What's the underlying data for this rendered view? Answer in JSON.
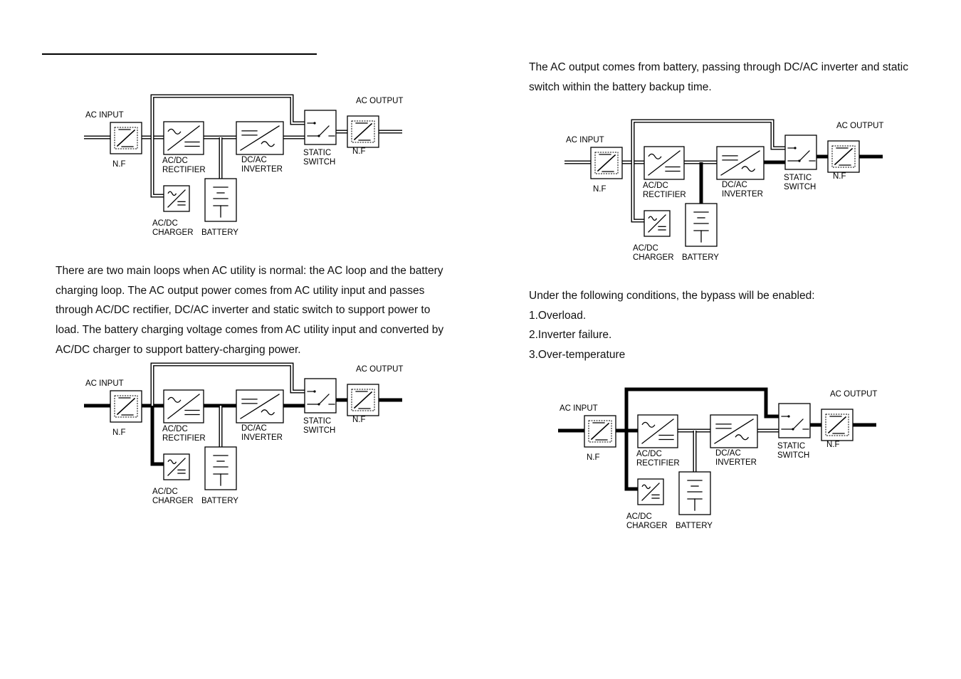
{
  "text": {
    "para_normal": "There are two main loops when AC utility is normal: the AC loop and the battery charging loop. The AC output power comes from AC utility input and passes through AC/DC rectifier, DC/AC inverter and static switch to support power to load. The battery charging voltage comes from AC utility input and converted by AC/DC charger to support battery-charging power.",
    "para_battery": "The AC output comes from battery, passing through DC/AC inverter and static switch within the battery backup time.",
    "bypass_intro": "Under the following conditions, the bypass will be enabled:",
    "bypass_conditions": [
      "1.Overload.",
      "2.Inverter failure.",
      "3.Over-temperature"
    ]
  },
  "diagram_labels": {
    "ac_input": "AC INPUT",
    "ac_output": "AC OUTPUT",
    "nf": "N.F",
    "acdc": "AC/DC",
    "rectifier": "RECTIFIER",
    "dcac": "DC/AC",
    "inverter": "INVERTER",
    "static": "STATIC",
    "switch": "SWITCH",
    "charger": "CHARGER",
    "battery": "BATTERY"
  }
}
